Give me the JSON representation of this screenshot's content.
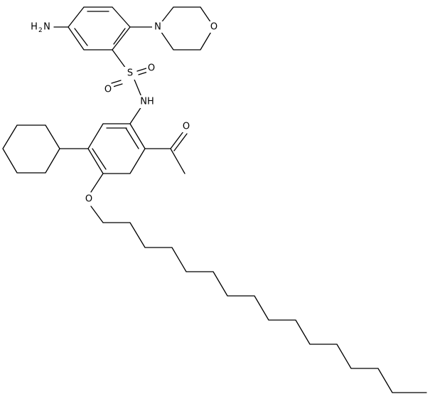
{
  "molecule": {
    "atom_labels": {
      "amine": "H",
      "amine_subscript": "2",
      "amine_n": "N",
      "morpholine_n": "N",
      "morpholine_o": "O",
      "sulfur": "S",
      "sulfonyl_o1": "O",
      "sulfonyl_o2": "O",
      "sulfonamide_nh": "NH",
      "ketone_o": "O",
      "ether_o": "O"
    }
  }
}
